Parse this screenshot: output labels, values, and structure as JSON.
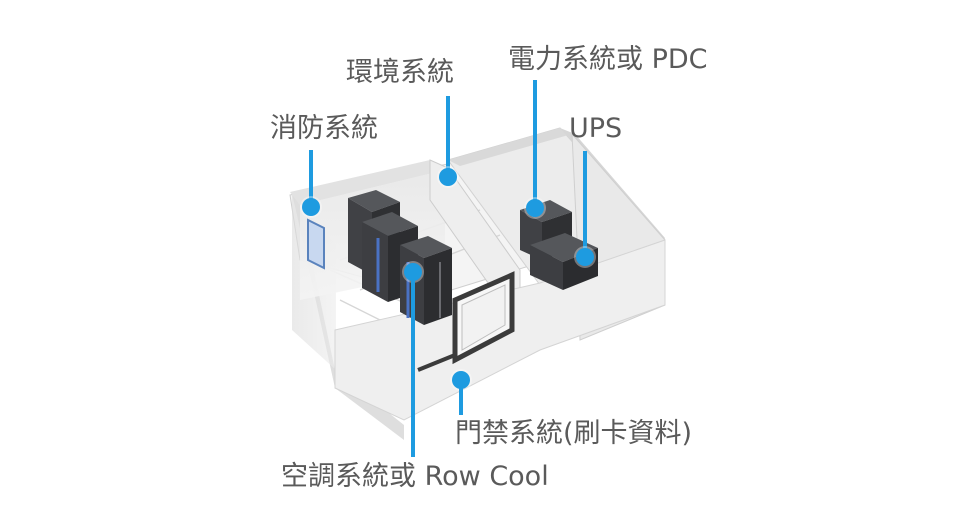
{
  "labels": {
    "fire": "消防系統",
    "env": "環境系統",
    "power": "電力系統或 PDC",
    "ups": "UPS",
    "access": "門禁系統(刷卡資料)",
    "aircon": "空調系統或 Row Cool"
  },
  "colors": {
    "accent": "#1e9be0",
    "label_text": "#5a5a5a",
    "rack": "#3a3b3e",
    "wall": "#e6e6e6",
    "floor": "#f2f2f2"
  },
  "icons": [
    "callout-dot-icon"
  ]
}
